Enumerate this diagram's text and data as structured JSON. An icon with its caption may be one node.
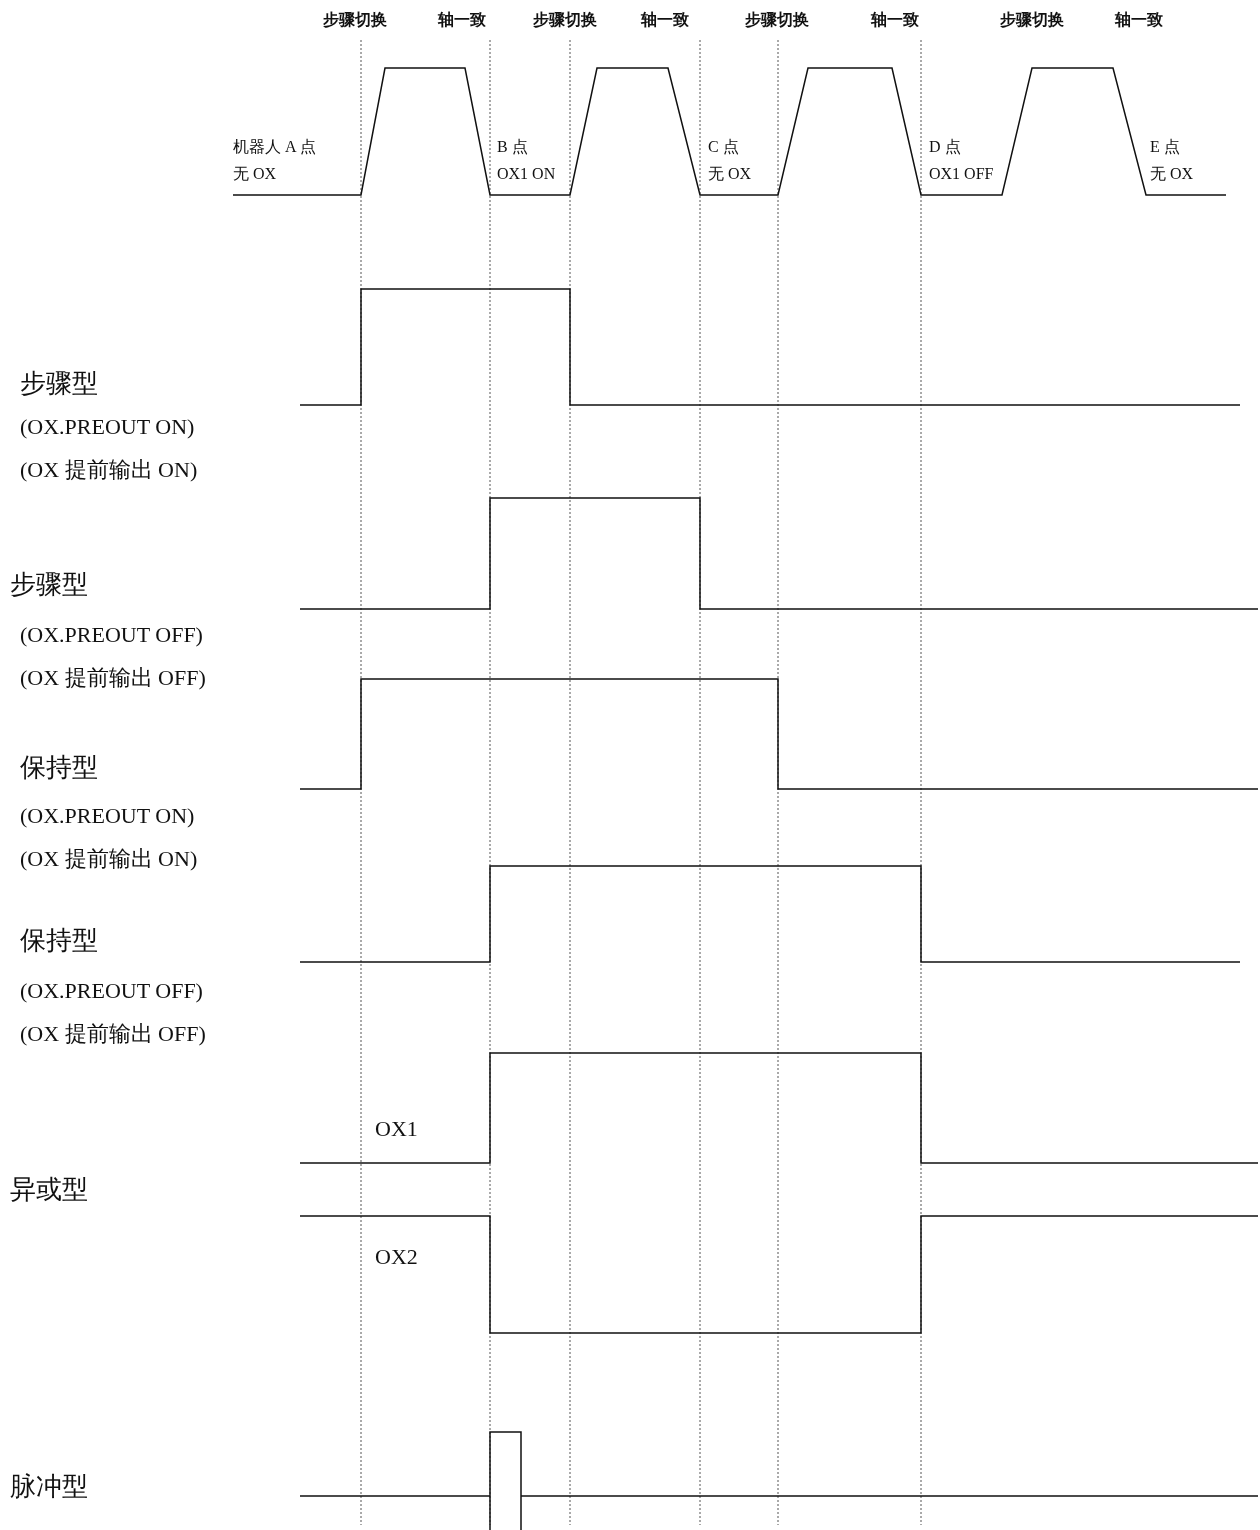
{
  "diagram": {
    "labels": [
      "步骤切换",
      "轴一致",
      "步骤切换",
      "轴一致",
      "步骤切换",
      "轴一致",
      "步骤切换",
      "轴一致",
      "机器人 A 点",
      "无 OX",
      "B 点",
      "OX1 ON",
      "C 点",
      "无 OX",
      "D 点",
      "OX1 OFF",
      "E 点",
      "无 OX",
      "步骤型",
      "(OX.PREOUT ON)",
      "(OX 提前输出 ON)",
      "步骤型",
      "(OX.PREOUT OFF)",
      "(OX 提前输出 OFF)",
      "保持型",
      "(OX.PREOUT ON)",
      "(OX 提前输出 ON)",
      "保持型",
      "(OX.PREOUT OFF)",
      "(OX 提前输出 OFF)",
      "OX1",
      "异或型",
      "OX2",
      "脉冲型"
    ]
  }
}
